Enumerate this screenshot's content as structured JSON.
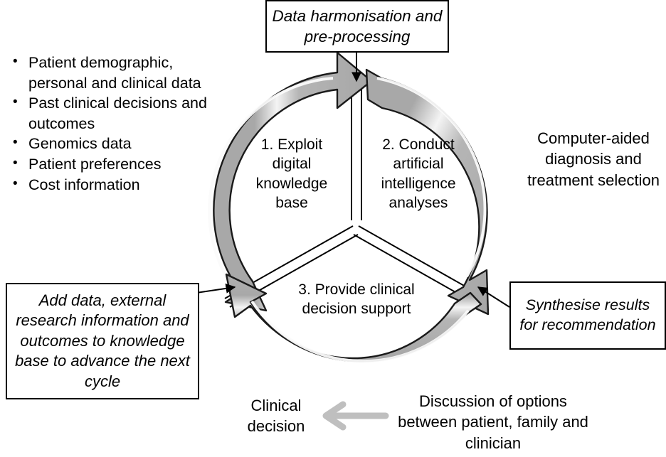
{
  "diagram": {
    "title_note": "Learning healthcare cycle with data harmonisation, AI analyses and clinical decision support",
    "colors": {
      "ribbon_fill": "#b3b3b3",
      "ribbon_highlight": "#f2f2f2",
      "ribbon_outline": "#000000",
      "plain_arrow": "#bfbfbf",
      "box_border": "#000000",
      "background": "#ffffff",
      "text": "#000000"
    }
  },
  "inputs_list": {
    "bullet_glyph": "•",
    "items": [
      "Patient demographic, personal and clinical data",
      "Past clinical decisions and outcomes",
      "Genomics data",
      "Patient preferences",
      "Cost information"
    ]
  },
  "callouts": {
    "harmonisation": "Data harmonisation and pre-processing",
    "synthesise": "Synthesise results for recommendation",
    "add_data": "Add data, external research information and outcomes to knowledge base to advance the next cycle"
  },
  "labels": {
    "computer_aided": "Computer-aided diagnosis and treatment selection",
    "discussion": "Discussion of options between patient, family and clinician",
    "clinical_decision": "Clinical decision"
  },
  "cycle": {
    "sectors": [
      {
        "id": "sector-1",
        "label": "1. Exploit digital knowledge base"
      },
      {
        "id": "sector-2",
        "label": "2. Conduct artificial intelligence analyses"
      },
      {
        "id": "sector-3",
        "label": "3. Provide clinical decision support"
      }
    ]
  }
}
